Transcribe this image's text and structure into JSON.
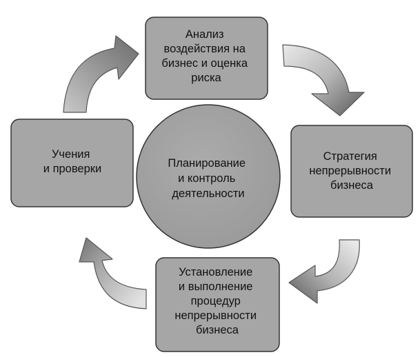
{
  "center": {
    "lines": [
      "Планирование",
      "и контроль",
      "деятельности"
    ]
  },
  "nodes": [
    {
      "id": "analysis",
      "lines": [
        "Анализ",
        "воздействия на",
        "бизнес и оценка",
        "риска"
      ]
    },
    {
      "id": "strategy",
      "lines": [
        "Стратегия",
        "непрерывности",
        "бизнеса"
      ]
    },
    {
      "id": "procedures",
      "lines": [
        "Установление",
        "и выполнение",
        "процедур",
        "непрерывности",
        "бизнеса"
      ]
    },
    {
      "id": "exercises",
      "lines": [
        "Учения",
        "и проверки"
      ]
    }
  ],
  "arrows": [
    {
      "from": "analysis",
      "to": "strategy"
    },
    {
      "from": "strategy",
      "to": "procedures"
    },
    {
      "from": "procedures",
      "to": "exercises"
    },
    {
      "from": "exercises",
      "to": "analysis"
    }
  ],
  "colors": {
    "box_fill": "#a6a6a6",
    "box_stroke": "#333333",
    "circle_fill": "#a3a3a3",
    "arrow_light": "#e6e6e6",
    "arrow_dark": "#6e6e6e",
    "text": "#111111"
  }
}
